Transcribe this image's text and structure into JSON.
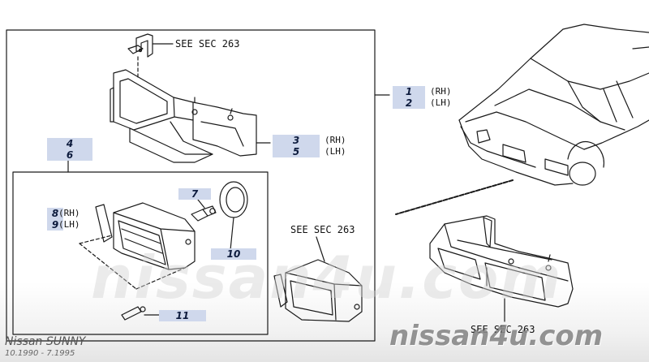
{
  "references": {
    "top": "SEE SEC 263",
    "middle": "SEE SEC 263",
    "bottom": "SEE SEC 263"
  },
  "callouts": {
    "p1": "1",
    "p2": "2",
    "p3": "3",
    "p4": "4",
    "p5": "5",
    "p6": "6",
    "p7": "7",
    "p8": "8",
    "p9": "9",
    "p10": "10",
    "p11": "11"
  },
  "sides": {
    "rh": "(RH)",
    "lh": "(LH)"
  },
  "watermark": {
    "center": "nissan4u.com",
    "corner": "nissan4u.com"
  },
  "caption": {
    "model": "Nissan SUNNY",
    "dates": "10.1990 - 7.1995"
  },
  "colors": {
    "line": "#1a1a1a",
    "callout_bg": "#cfd8ec",
    "callout_text": "#0d1b3d"
  }
}
